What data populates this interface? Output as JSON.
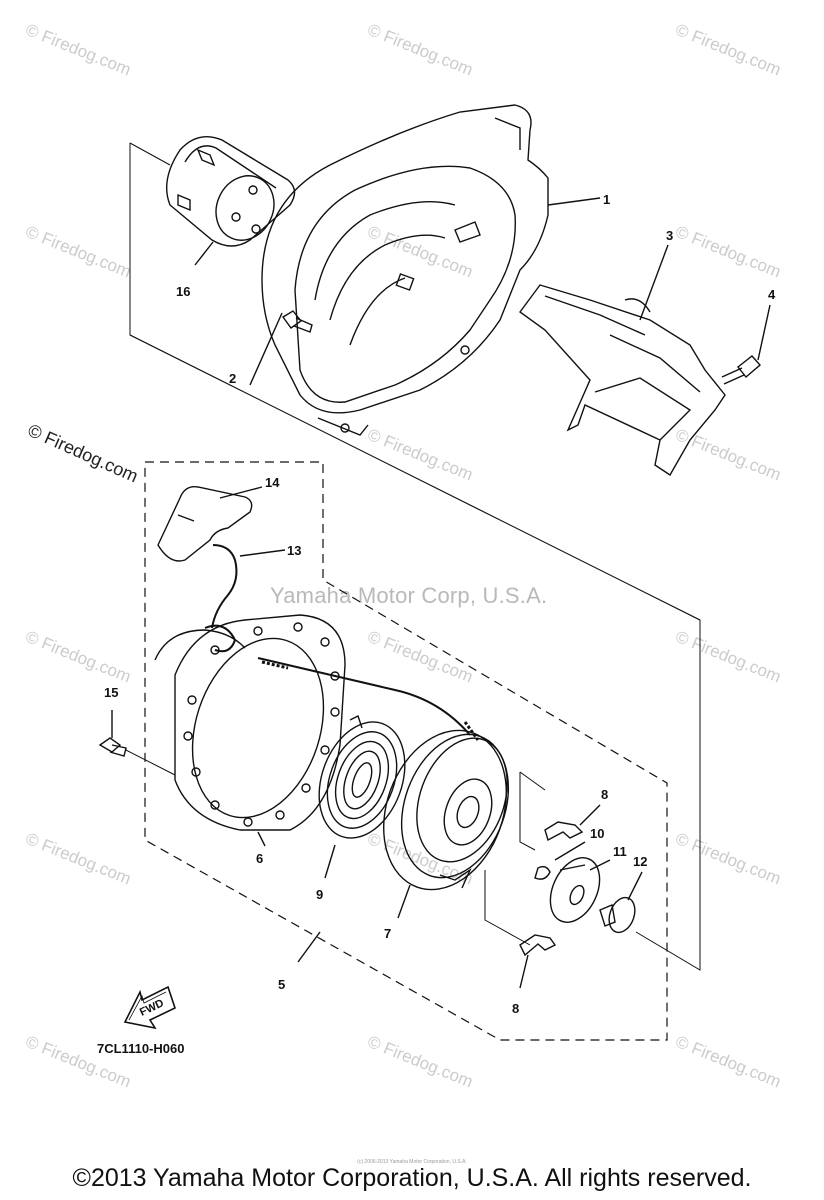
{
  "watermark": "© Firedog.com",
  "center_watermark": "Yamaha Motor Corp, U.S.A.",
  "diagram_code": "7CL1110-H060",
  "fwd_label": "FWD",
  "copyright": "©2013 Yamaha Motor Corporation, U.S.A. All rights reserved.",
  "tiny_print": "(c) 2006-2013 Yamaha Motor Corporation, U.S.A.",
  "callouts": [
    "1",
    "2",
    "3",
    "4",
    "5",
    "6",
    "7",
    "8",
    "8",
    "9",
    "10",
    "11",
    "12",
    "13",
    "14",
    "15",
    "16"
  ]
}
